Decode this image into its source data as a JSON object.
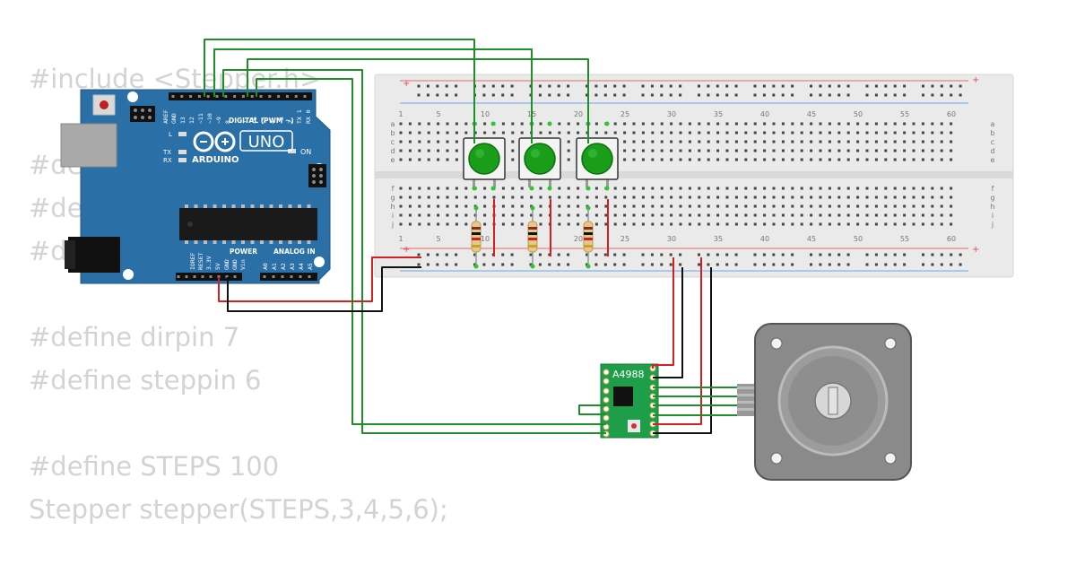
{
  "code_lines": [
    "#include <Stepper.h>",
    "#de",
    "#de",
    "#de",
    "#define dirpin 7",
    "#define steppin 6",
    "#define STEPS 100",
    "Stepper stepper(STEPS,3,4,5,6);"
  ],
  "arduino": {
    "brand": "ARDUINO",
    "model": "UNO",
    "digital_label": "DIGITAL (PWM ~)",
    "power_label": "POWER",
    "analog_label": "ANALOG IN",
    "on_label": "ON",
    "l_label": "L",
    "tx_label": "TX",
    "rx_label": "RX",
    "top_pins": [
      "AREF",
      "GND",
      "13",
      "12",
      "~11",
      "~10",
      "~9",
      "8",
      "7",
      "~6",
      "~5",
      "4",
      "~3",
      "2",
      "TX 1",
      "RX 0"
    ],
    "power_pins": [
      "IOREF",
      "RESET",
      "3.3V",
      "5V",
      "GND",
      "GND",
      "Vin"
    ],
    "analog_pins": [
      "A0",
      "A1",
      "A2",
      "A3",
      "A4",
      "A5"
    ]
  },
  "breadboard": {
    "column_numbers": [
      "1",
      "5",
      "10",
      "15",
      "20",
      "25",
      "30",
      "35",
      "40",
      "45",
      "50",
      "55",
      "60"
    ],
    "row_letters_top": [
      "a",
      "b",
      "c",
      "d",
      "e"
    ],
    "row_letters_bottom": [
      "f",
      "g",
      "h",
      "i",
      "j"
    ],
    "plus": "+",
    "minus": "-"
  },
  "driver": {
    "label": "A4988"
  },
  "button_color": "#1a9e1a",
  "wire_green": "#1f8f2a",
  "wire_red": "#d42020",
  "wire_black": "#111111"
}
